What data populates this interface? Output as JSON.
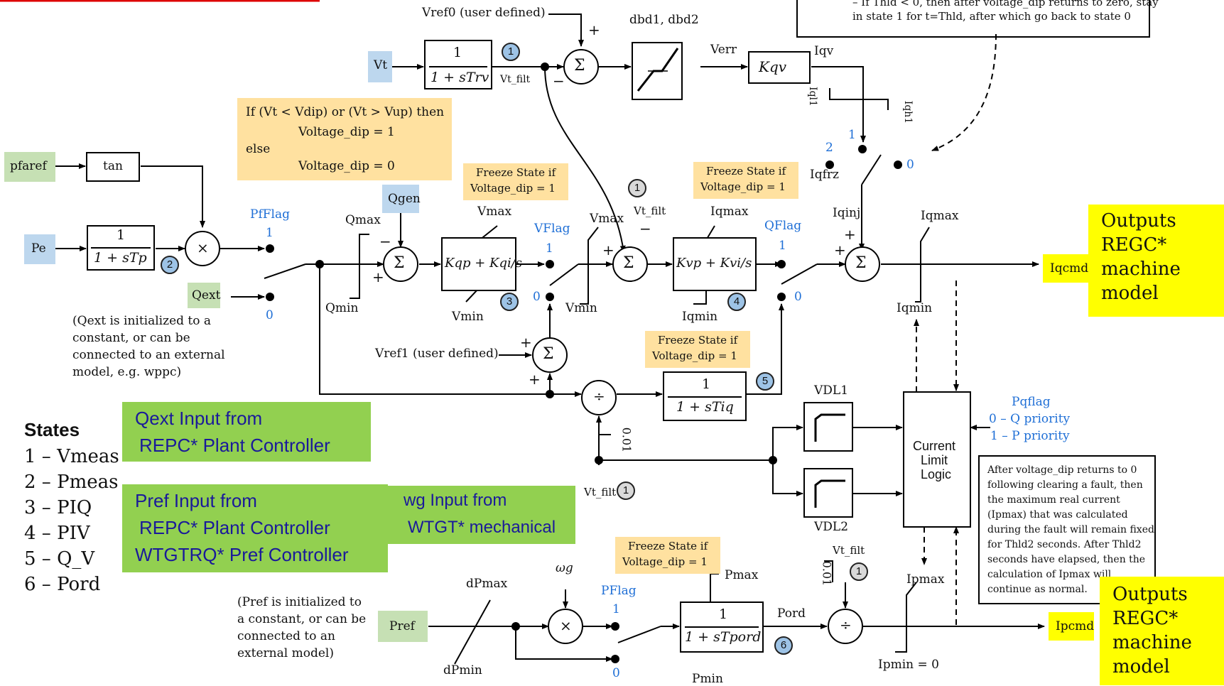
{
  "header_text": {
    "line1": "– If Thld < 0, then after voltage_dip returns to zero, stay",
    "line2": "in state 1 for t=Thld, after which go back to state 0"
  },
  "inputs": {
    "vref0": "Vref0 (user defined)",
    "vt": "Vt",
    "pfaref": "pfaref",
    "pe": "Pe",
    "qgen": "Qgen",
    "qext": "Qext",
    "vref1": "Vref1 (user defined)",
    "pref": "Pref",
    "wg": "ωg"
  },
  "blocks": {
    "filter_vt": {
      "num": "1",
      "den": "1 + sTrv"
    },
    "tan": "tan",
    "filter_pe": {
      "num": "1",
      "den": "1 + sTp"
    },
    "dbd": "dbd1, dbd2",
    "kqv": "Kqv",
    "piq": "Kqp + Kqi/s",
    "piv": "Kvp + Kvi/s",
    "tiq": {
      "num": "1",
      "den": "1 + sTiq"
    },
    "tpord": {
      "num": "1",
      "den": "1 + sTpord"
    },
    "current_limit": [
      "Current",
      "Limit",
      "Logic"
    ],
    "vdl1": "VDL1",
    "vdl2": "VDL2"
  },
  "signals": {
    "vt_filt": "Vt_filt",
    "verr": "Verr",
    "iqv": "Iqv",
    "iql1": "Iql1",
    "iqh1": "Iqh1",
    "iqfrz": "Iqfrz",
    "iqinj": "Iqinj",
    "qmax": "Qmax",
    "qmin": "Qmin",
    "vmax": "Vmax",
    "vmin": "Vmin",
    "iqmax": "Iqmax",
    "iqmin": "Iqmin",
    "pmax": "Pmax",
    "pmin": "Pmin",
    "dpmax": "dPmax",
    "dpmin": "dPmin",
    "pord": "Pord",
    "ipmax": "Ipmax",
    "ipmin": "Ipmin = 0",
    "const": "0.01"
  },
  "flags": {
    "pfflag": "PfFlag",
    "vflag": "VFlag",
    "qflag": "QFlag",
    "pflag": "PFlag",
    "pqflag": "Pqflag",
    "pq0": "0 – Q priority",
    "pq1": "1 – P priority"
  },
  "voltage_dip_logic": {
    "line1": "If (Vt < Vdip) or (Vt > Vup) then",
    "line2": "Voltage_dip = 1",
    "line3": "else",
    "line4": "Voltage_dip = 0"
  },
  "freeze_label": {
    "line1": "Freeze State if",
    "line2": "Voltage_dip = 1"
  },
  "qext_note": {
    "line1": "(Qext is initialized to a",
    "line2": "constant, or can be",
    "line3": "connected to an external",
    "line4": "model, e.g. wppc)"
  },
  "pref_note": {
    "line1": "(Pref is initialized to",
    "line2": "a constant, or can be",
    "line3": "connected to an",
    "line4": "external model)"
  },
  "ipmax_note": [
    "After voltage_dip returns to 0",
    "following clearing a fault, then",
    "the maximum real current",
    "(Ipmax) that was calculated",
    "during the fault will remain fixed",
    "for Thld2 seconds. After Thld2",
    "seconds have elapsed, then the",
    "calculation of Ipmax will",
    "continue as normal."
  ],
  "outputs": {
    "iqcmd": "Iqcmd",
    "ipcmd": "Ipcmd",
    "out_line1": "Outputs",
    "out_line2": "REGC*",
    "out_line3": "machine",
    "out_line4": "model"
  },
  "states": {
    "title": "States",
    "items": [
      "1 – Vmeas",
      "2 – Pmeas",
      "3 – PIQ",
      "4 – PIV",
      "5 – Q_V",
      "6 – Pord"
    ]
  },
  "annotations": {
    "qext_input": [
      "Qext Input from",
      "REPC* Plant Controller"
    ],
    "pref_input": [
      "Pref Input from",
      "REPC* Plant Controller",
      "WTGTRQ* Pref Controller"
    ],
    "wg_input": [
      "wg Input from",
      "WTGT* mechanical"
    ]
  },
  "state_markers": [
    "1",
    "2",
    "3",
    "4",
    "5",
    "6"
  ],
  "switch_positions": {
    "one": "1",
    "zero": "0",
    "two": "2"
  },
  "colors": {
    "output_bg": "#ffff00",
    "note_bg": "#ffe1a0",
    "annotation_bg": "#92d050",
    "flag_text": "#1f6fd6"
  }
}
